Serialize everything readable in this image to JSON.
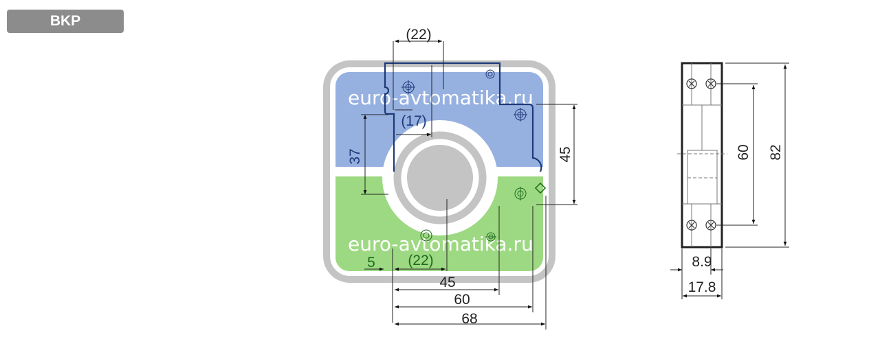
{
  "badge": {
    "label": "BKP"
  },
  "watermark": {
    "text_top": "euro-avtomatika.ru",
    "text_bottom": "euro-avtomatika.ru"
  },
  "front_view": {
    "dim_top": "(22)",
    "dim_17": "(17)",
    "dim_37": "37",
    "dim_45_right": "45",
    "dim_5": "5",
    "dim_22_bottom": "(22)",
    "dim_45_bottom": "45",
    "dim_60": "60",
    "dim_68": "68"
  },
  "side_view": {
    "dim_60": "60",
    "dim_82": "82",
    "dim_8_9": "8.9",
    "dim_17_8": "17.8"
  },
  "colors": {
    "blue": "#96b0e0",
    "green": "#9dd982",
    "gray": "#c4c4c4",
    "badge": "#8c8c8c"
  }
}
